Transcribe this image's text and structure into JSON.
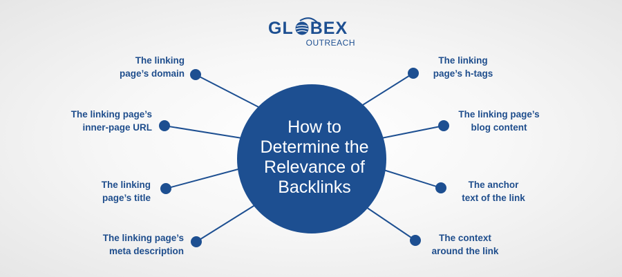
{
  "logo": {
    "main": "GL●BEX",
    "main_left": "GL",
    "main_right": "BEX",
    "sub": "OUTREACH"
  },
  "center": {
    "lines": [
      "How to",
      "Determine the",
      "Relevance of",
      "Backlinks"
    ]
  },
  "nodes": {
    "left": [
      {
        "lines": [
          "The linking",
          "page’s domain"
        ]
      },
      {
        "lines": [
          "The linking page’s",
          "inner-page URL"
        ]
      },
      {
        "lines": [
          "The linking",
          "page’s title"
        ]
      },
      {
        "lines": [
          "The linking page’s",
          "meta description"
        ]
      }
    ],
    "right": [
      {
        "lines": [
          "The linking",
          "page’s h-tags"
        ]
      },
      {
        "lines": [
          "The linking page’s",
          "blog content"
        ]
      },
      {
        "lines": [
          "The anchor",
          "text of the link"
        ]
      },
      {
        "lines": [
          "The context",
          "around the link"
        ]
      }
    ]
  },
  "colors": {
    "primary": "#1d4f91",
    "text": "#1e4d8c",
    "background": "#f2f2f2"
  }
}
